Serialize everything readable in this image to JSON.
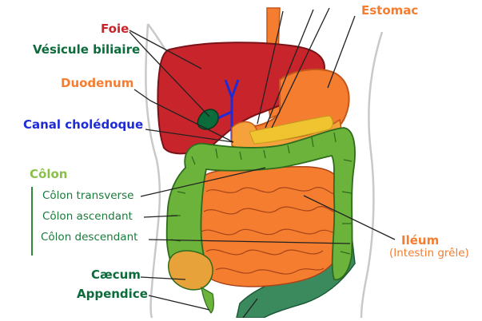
{
  "labels": {
    "foie": "Foie",
    "vesicule": "Vésicule biliaire",
    "duodenum": "Duodenum",
    "canal": "Canal cholédoque",
    "colon": "Côlon",
    "colon_transverse": "Côlon transverse",
    "colon_ascendant": "Côlon ascendant",
    "colon_descendant": "Côlon descendant",
    "caecum": "Cæcum",
    "appendice": "Appendice",
    "estomac": "Estomac",
    "ileum": "Iléum",
    "ileum_sub": "(Intestin grêle)"
  },
  "colors": {
    "liver": "#c8242b",
    "gallbladder": "#0c6b3a",
    "duct": "#1f2bd6",
    "stomach": "#f47d30",
    "colon": "#6bb33a",
    "small_intestine": "#f47d30",
    "rectum": "#3a8a5e",
    "foie_text": "#c8242b",
    "vesicule_text": "#0c6b3a",
    "duodenum_text": "#f47d30",
    "canal_text": "#1f2bd6",
    "colon_text": "#8ac04a",
    "colon_sub_text": "#1a7a3a",
    "caecum_text": "#0c6b3a",
    "estomac_text": "#f47d30",
    "ileum_text": "#f47d30"
  }
}
